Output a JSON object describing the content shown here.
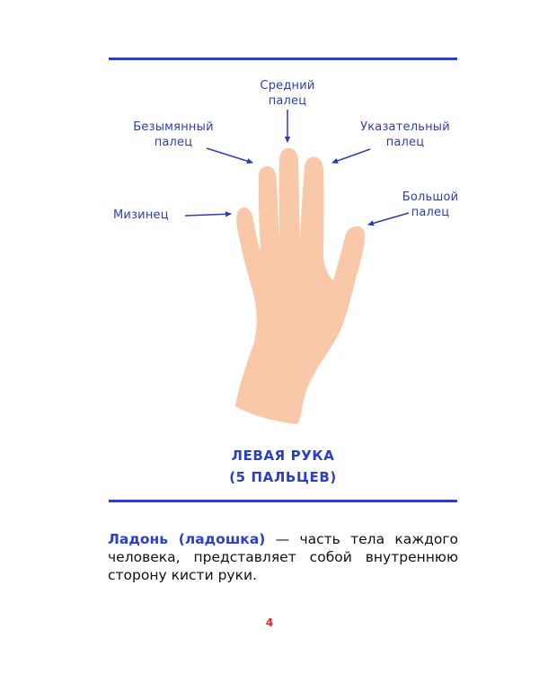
{
  "labels": {
    "middle": [
      "Средний",
      "палец"
    ],
    "ring": [
      "Безымянный",
      "палец"
    ],
    "index": [
      "Указательный",
      "палец"
    ],
    "little": [
      "Мизинец"
    ],
    "thumb": [
      "Большой",
      "палец"
    ]
  },
  "caption": {
    "line1": "ЛЕВАЯ РУКА",
    "line2": "(5 ПАЛЬЦЕВ)"
  },
  "definition": {
    "term": "Ладонь (ладошка)",
    "text": " — часть тела каждого человека, представляет собой внутреннюю сторону кисти руки."
  },
  "page_number": "4",
  "colors": {
    "accent": "#2b3fc9",
    "skin": "#f9c8a8",
    "page_number": "#e0271c"
  }
}
